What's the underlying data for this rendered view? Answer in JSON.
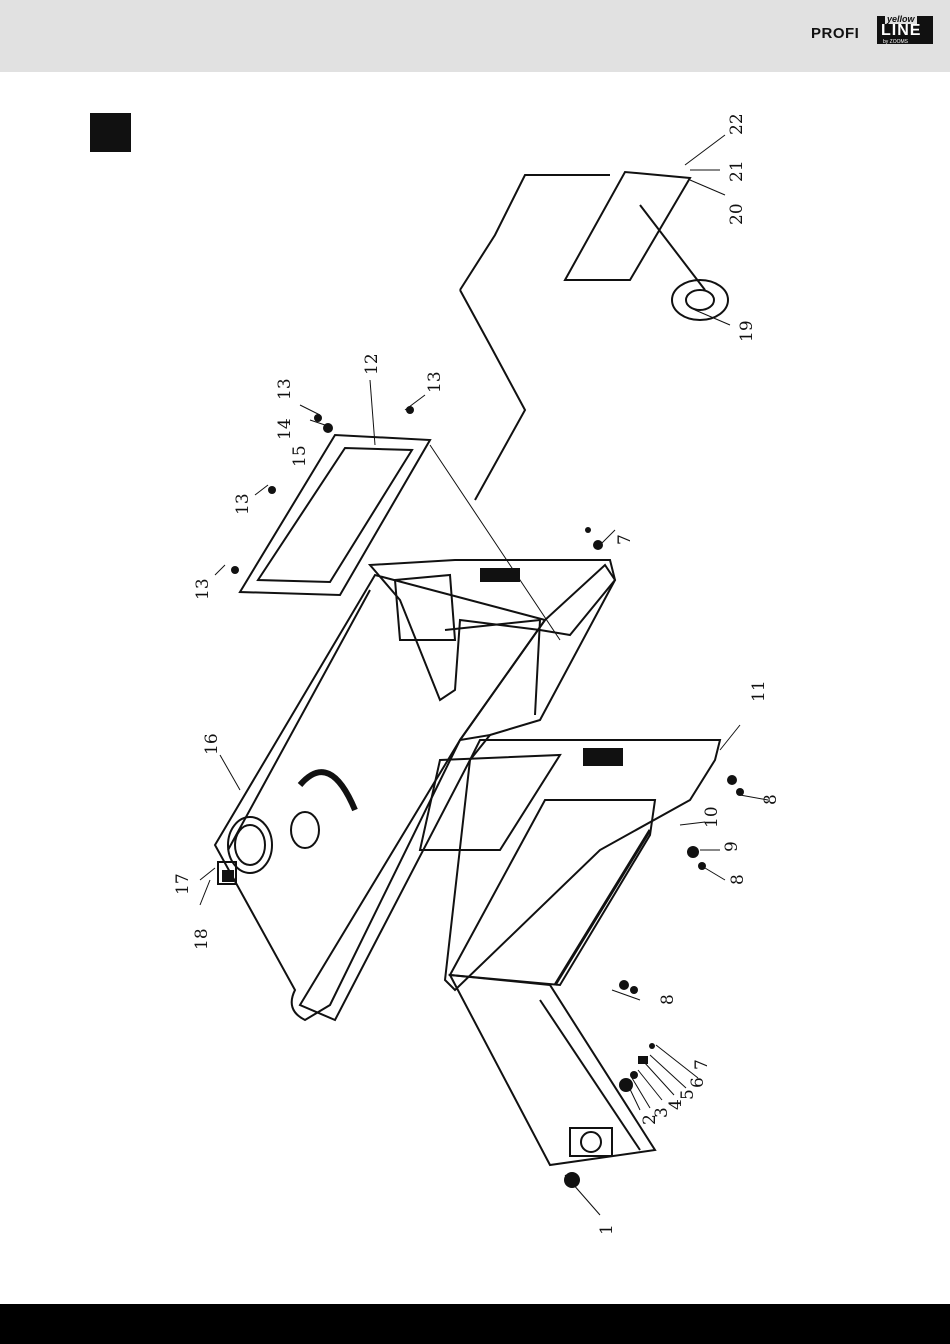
{
  "header": {
    "brand_profi": "PROFI",
    "brand_line": "LINE",
    "brand_yellow": "yellow",
    "brand_by": "by ZOOMS"
  },
  "diagram": {
    "part_labels": {
      "p1": "1",
      "p2": "2",
      "p3": "3",
      "p4": "4",
      "p5": "5",
      "p6": "6",
      "p7a": "7",
      "p7b": "7",
      "p8a": "8",
      "p8b": "8",
      "p8c": "8",
      "p9": "9",
      "p10": "10",
      "p11": "11",
      "p12": "12",
      "p13a": "13",
      "p13b": "13",
      "p13c": "13",
      "p13d": "13",
      "p14": "14",
      "p15": "15",
      "p16": "16",
      "p17": "17",
      "p18": "18",
      "p19": "19",
      "p20": "20",
      "p21": "21",
      "p22": "22"
    }
  }
}
